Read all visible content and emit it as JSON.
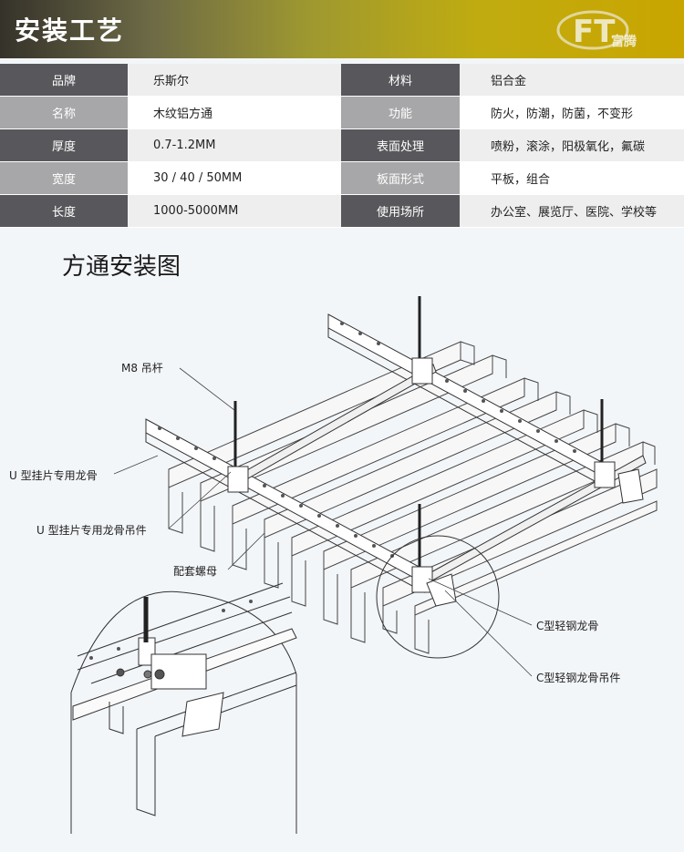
{
  "header": {
    "title": "安装工艺",
    "logo_text": "富腾",
    "logo_letters": "FT"
  },
  "spec_table": [
    {
      "label1": "品牌",
      "value1": "乐斯尔",
      "label2": "材料",
      "value2": "铝合金"
    },
    {
      "label1": "名称",
      "value1": "木纹铝方通",
      "label2": "功能",
      "value2": "防火，防潮，防菌，不变形"
    },
    {
      "label1": "厚度",
      "value1": "0.7-1.2MM",
      "label2": "表面处理",
      "value2": "喷粉，滚涂，阳极氧化，氟碳"
    },
    {
      "label1": "宽度",
      "value1": "30 / 40 / 50MM",
      "label2": "板面形式",
      "value2": "平板，组合"
    },
    {
      "label1": "长度",
      "value1": "1000-5000MM",
      "label2": "使用场所",
      "value2": "办公室、展览厅、医院、学校等"
    }
  ],
  "section_title": "方通安装图",
  "callouts": {
    "m8_rod": "M8 吊杆",
    "u_keel": "U 型挂片专用龙骨",
    "u_keel_hanger": "U 型挂片专用龙骨吊件",
    "nut": "配套螺母",
    "c_keel": "C型轻钢龙骨",
    "c_keel_hanger": "C型轻钢龙骨吊件"
  }
}
